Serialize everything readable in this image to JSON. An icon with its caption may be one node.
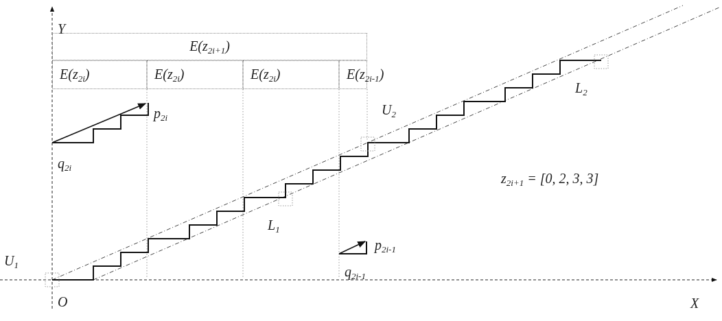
{
  "diagram": {
    "nodes": [
      {
        "text": [
          "E(z$_{2i+1}$)"
        ]
      },
      {
        "text": [
          "E(z$_{2i}$)"
        ]
      },
      {
        "text": [
          "E(z$_{2i}$)"
        ]
      },
      {
        "text": [
          "E(z$_{2i}$)"
        ]
      },
      {
        "text": [
          "E(z$_{2i-1}$)"
        ]
      }
    ],
    "labels": [
      "Y",
      "p$_{2i}$",
      "U$_{2}$",
      "L$_{2}$",
      "q$_{2i}$",
      "z$_{2i+1}$ = [0, 2, 3, 3]",
      "L$_{1}$",
      "U$_{1}$",
      "p$_{2i-1}$",
      "q$_{2i-1}$",
      "O",
      "X"
    ]
  }
}
